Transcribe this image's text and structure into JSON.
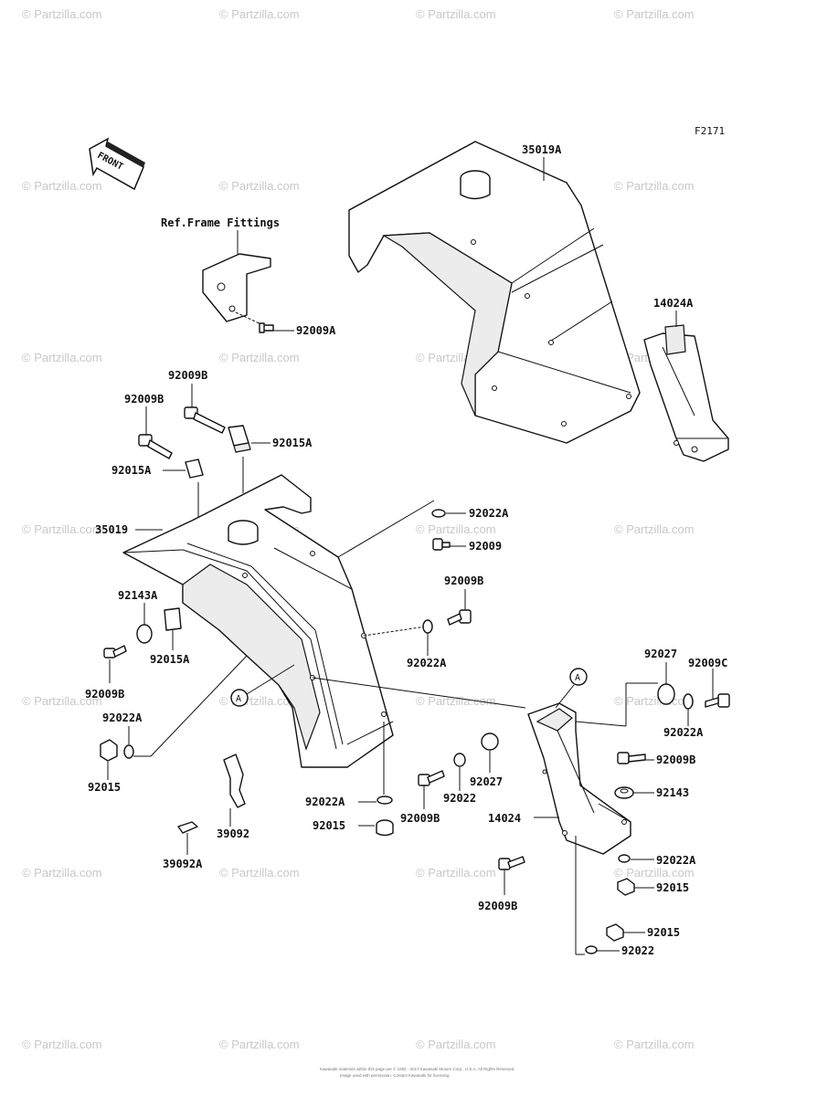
{
  "diagram_code": "F2171",
  "front_arrow_label": "FRONT",
  "ref_note": "Ref.Frame Fittings",
  "watermark": "© Partzilla.com",
  "footer_line1": "Kawasaki materials within this page are © 1982 - 2017 Kawasaki Motors Corp., U.S.A. All Rights Reserved.",
  "footer_line2": "Image used with permission. Contact Kawasaki for licensing",
  "reference_marker": "A",
  "parts": {
    "p35019A": "35019A",
    "p14024A": "14024A",
    "p92009A": "92009A",
    "p92009B_1": "92009B",
    "p92009B_2": "92009B",
    "p92015A_1": "92015A",
    "p92015A_2": "92015A",
    "p35019": "35019",
    "p92022A_1": "92022A",
    "p92009_1": "92009",
    "p92009B_3": "92009B",
    "p92143A": "92143A",
    "p92015A_3": "92015A",
    "p92022A_2": "92022A",
    "p92009B_4": "92009B",
    "p92022A_3": "92022A",
    "p92015_1": "92015",
    "p92027_1": "92027",
    "p92009C": "92009C",
    "p92022A_4": "92022A",
    "p92009B_5": "92009B",
    "p92027_2": "92027",
    "p92022_1": "92022",
    "p92143": "92143",
    "p92022A_5": "92022A",
    "p92015_2": "92015",
    "p92009B_6": "92009B",
    "p14024": "14024",
    "p39092": "39092",
    "p39092A": "39092A",
    "p92015_3": "92015",
    "p92022_2": "92022",
    "p92009B_7": "92009B",
    "p92015_4": "92015"
  }
}
